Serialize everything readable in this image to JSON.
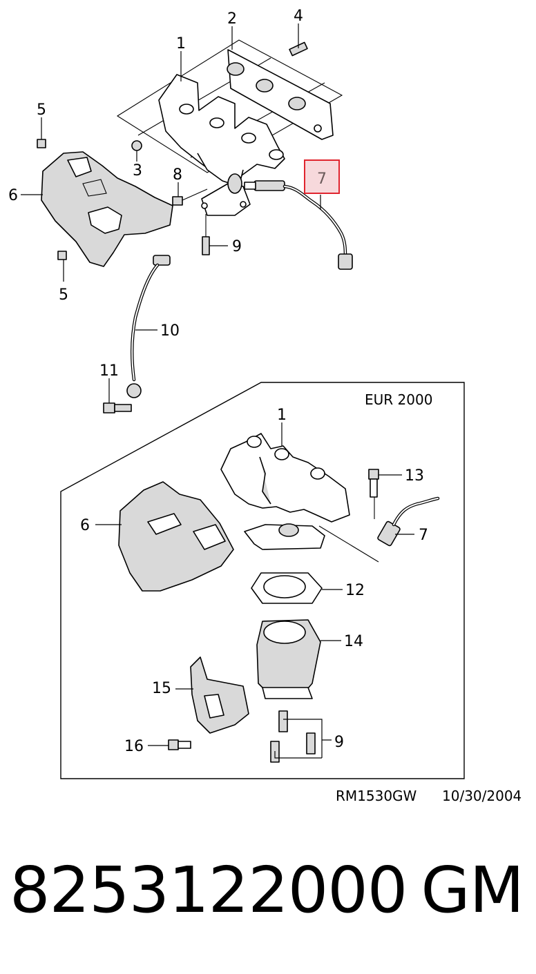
{
  "callouts_top": [
    "1",
    "2",
    "4",
    "5",
    "6",
    "3",
    "8",
    "7",
    "9",
    "5",
    "10",
    "11"
  ],
  "inset": {
    "title": "EUR 2000",
    "callouts": [
      "1",
      "13",
      "6",
      "7",
      "12",
      "14",
      "15",
      "9",
      "16"
    ]
  },
  "drawing_ref": "RM1530GW",
  "drawing_date": "10/30/2004",
  "part_number": "8253122000",
  "brand": "GM",
  "colors": {
    "highlight_fill": "#f7d9dc",
    "highlight_stroke": "#e0242e"
  }
}
